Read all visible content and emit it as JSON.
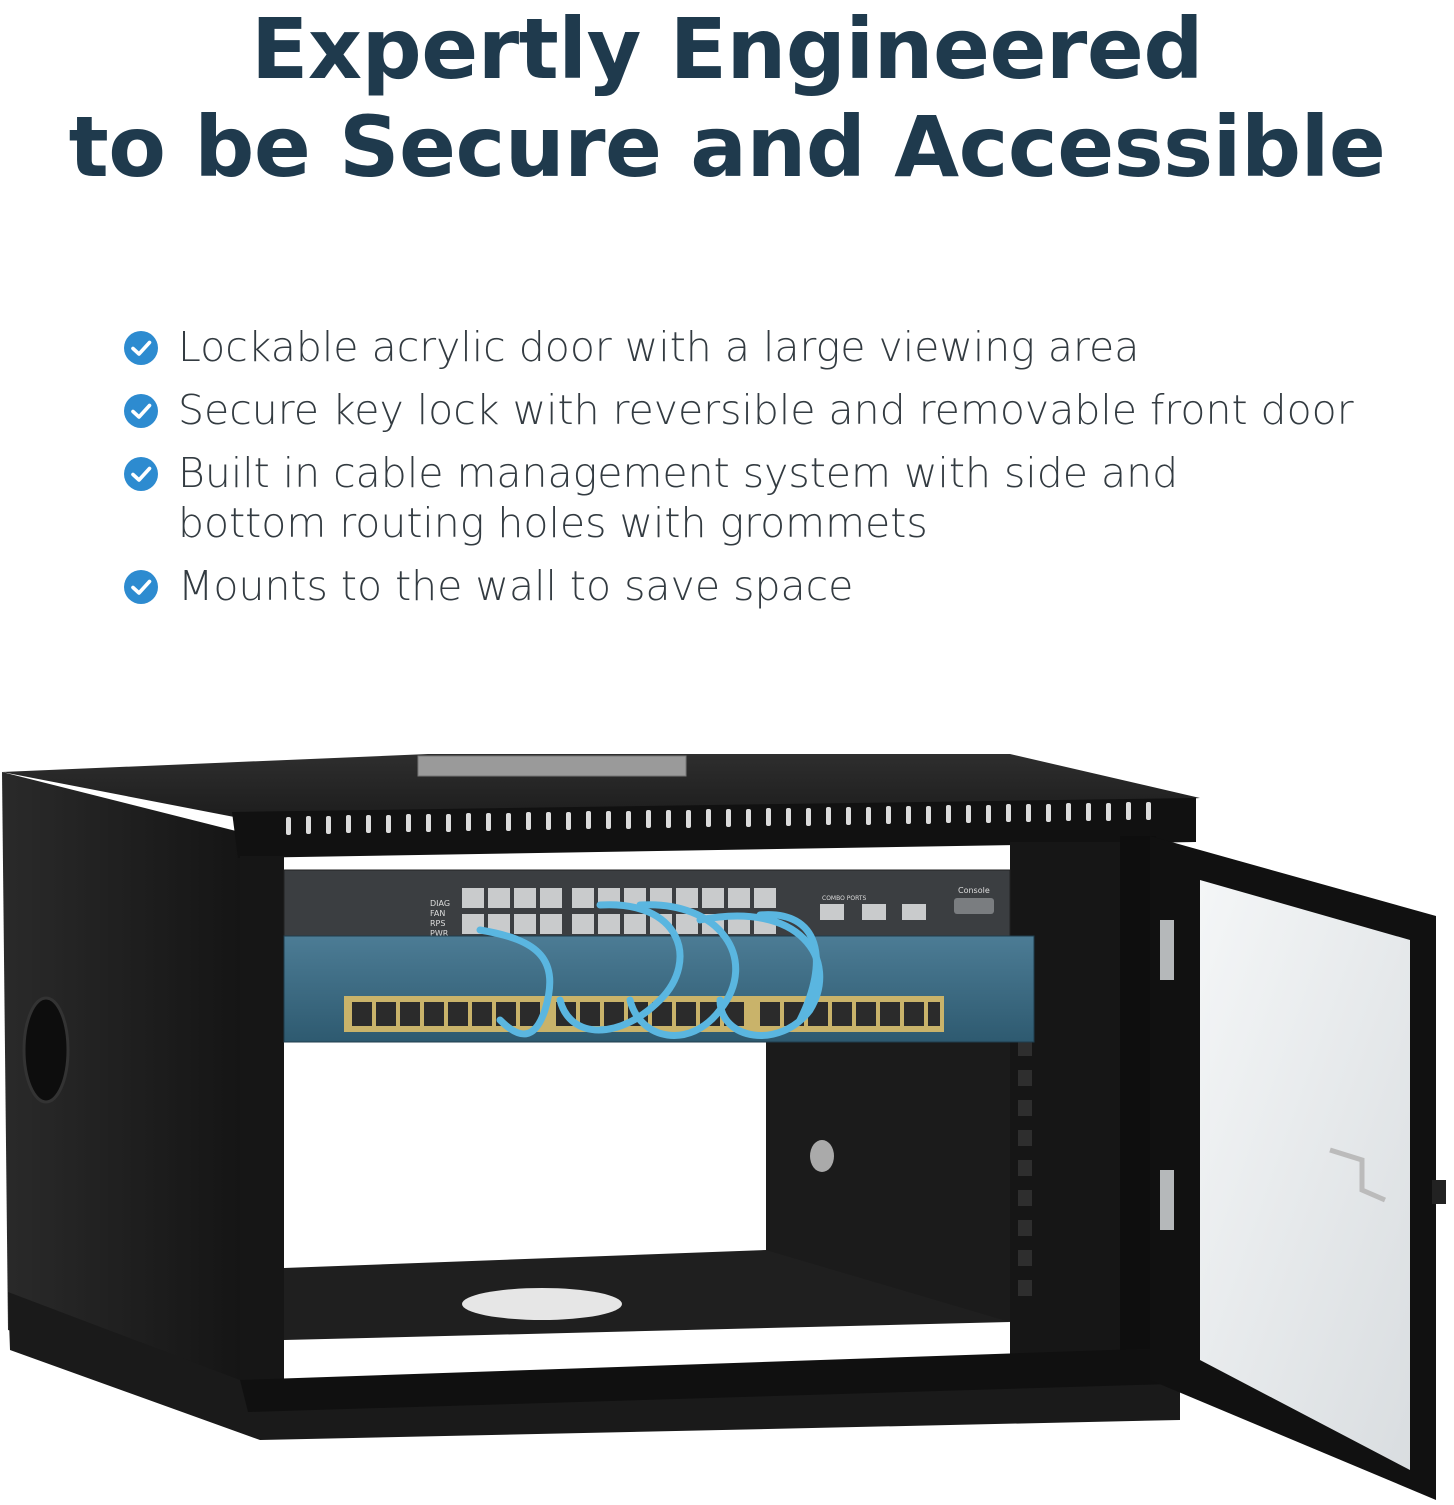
{
  "headline": {
    "line1": "Expertly Engineered",
    "line2": "to be Secure and Accessible"
  },
  "features": [
    "Lockable acrylic door with a large viewing area",
    "Secure key lock with reversible and removable front door",
    "Built in cable management system with side and bottom routing holes with grommets",
    "Mounts to the wall to save space"
  ],
  "image": {
    "subject": "wall-mount-server-cabinet-icon",
    "switch_label_console": "Console",
    "switch_label_combo": "COMBO PORTS",
    "switch_status_labels": [
      "DIAG",
      "FAN",
      "RPS",
      "PWR"
    ]
  },
  "colors": {
    "headline": "#1f3a4d",
    "check": "#2d8bd0",
    "cabinet": "#1a1a1a",
    "switch_top": "#3a3d40",
    "switch_bottom": "#3d6c85",
    "cable": "#5ab6e0"
  }
}
